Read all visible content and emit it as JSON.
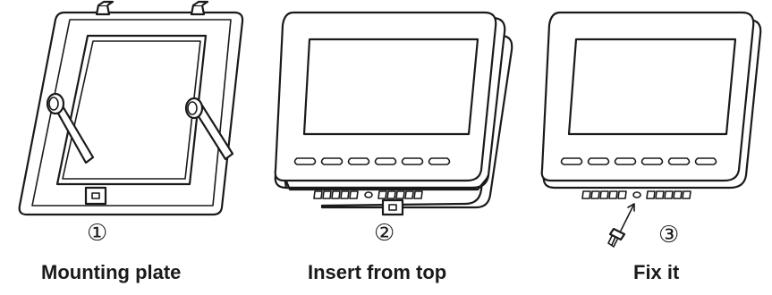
{
  "steps": [
    {
      "number": "①",
      "caption": "Mounting plate"
    },
    {
      "number": "②",
      "caption": "Insert from top"
    },
    {
      "number": "③",
      "caption": "Fix it"
    }
  ],
  "icons": [
    "mounting-plate-illustration",
    "device-insert-illustration",
    "device-fixed-illustration",
    "screw-icon",
    "arrow-icon"
  ],
  "colors": {
    "line": "#1a1a1a",
    "background": "#ffffff"
  }
}
